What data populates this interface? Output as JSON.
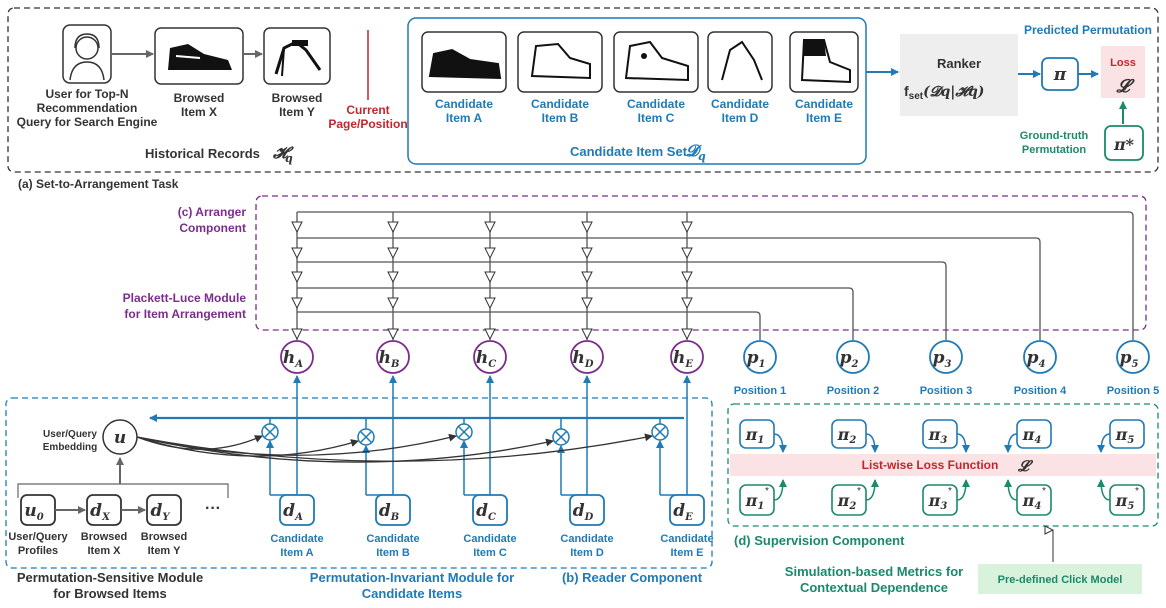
{
  "task": {
    "user_label": [
      "User for Top-N",
      "Recommendation",
      "Query for Search Engine"
    ],
    "browsed_x": [
      "Browsed",
      "Item X"
    ],
    "browsed_y": [
      "Browsed",
      "Item Y"
    ],
    "current": [
      "Current",
      "Page/Position"
    ],
    "historical": "Historical Records",
    "historical_sym": "𝓗",
    "sub_q": "q",
    "candidates": [
      [
        "Candidate",
        "Item A"
      ],
      [
        "Candidate",
        "Item B"
      ],
      [
        "Candidate",
        "Item C"
      ],
      [
        "Candidate",
        "Item D"
      ],
      [
        "Candidate",
        "Item E"
      ]
    ],
    "candidate_set": "Candidate Item Set",
    "candidate_sym": "𝓓",
    "ranker": "Ranker",
    "ranker_formula": "f",
    "ranker_sub": "set",
    "ranker_args": "(𝓓q|𝓗q)",
    "predicted": "Predicted Permutation",
    "pi": "π",
    "pi_star": "π*",
    "loss": "Loss",
    "loss_sym": "𝓛",
    "ground_truth": [
      "Ground-truth",
      "Permutation"
    ],
    "caption": "(a) Set-to-Arrangement Task"
  },
  "arranger": {
    "title": [
      "(c) Arranger",
      "Component"
    ],
    "pl_module": [
      "Plackett-Luce Module",
      "for Item Arrangement"
    ]
  },
  "h_nodes": [
    {
      "label": "h",
      "sub": "A"
    },
    {
      "label": "h",
      "sub": "B"
    },
    {
      "label": "h",
      "sub": "C"
    },
    {
      "label": "h",
      "sub": "D"
    },
    {
      "label": "h",
      "sub": "E"
    }
  ],
  "p_nodes": [
    {
      "label": "p",
      "sub": "1",
      "pos": "Position 1"
    },
    {
      "label": "p",
      "sub": "2",
      "pos": "Position 2"
    },
    {
      "label": "p",
      "sub": "3",
      "pos": "Position 3"
    },
    {
      "label": "p",
      "sub": "4",
      "pos": "Position 4"
    },
    {
      "label": "p",
      "sub": "5",
      "pos": "Position 5"
    }
  ],
  "reader": {
    "embedding": [
      "User/Query",
      "Embedding"
    ],
    "u": "u",
    "seq": [
      {
        "label": "u",
        "sub": "0",
        "cap": [
          "User/Query",
          "Profiles"
        ]
      },
      {
        "label": "d",
        "sub": "X",
        "cap": [
          "Browsed",
          "Item X"
        ]
      },
      {
        "label": "d",
        "sub": "Y",
        "cap": [
          "Browsed",
          "Item Y"
        ]
      }
    ],
    "ellipsis": "···",
    "d_nodes": [
      {
        "label": "d",
        "sub": "A",
        "cap": [
          "Candidate",
          "Item A"
        ]
      },
      {
        "label": "d",
        "sub": "B",
        "cap": [
          "Candidate",
          "Item B"
        ]
      },
      {
        "label": "d",
        "sub": "C",
        "cap": [
          "Candidate",
          "Item C"
        ]
      },
      {
        "label": "d",
        "sub": "D",
        "cap": [
          "Candidate",
          "Item D"
        ]
      },
      {
        "label": "d",
        "sub": "E",
        "cap": [
          "Candidate",
          "Item E"
        ]
      }
    ],
    "perm_sensitive": [
      "Permutation-Sensitive Module",
      "for Browsed Items"
    ],
    "perm_invariant": [
      "Permutation-Invariant Module for",
      "Candidate Items"
    ],
    "caption": "(b) Reader Component"
  },
  "supervision": {
    "pis": [
      "1",
      "2",
      "3",
      "4",
      "5"
    ],
    "pi": "π",
    "listwise": "List-wise Loss Function",
    "loss_sym": "𝓛",
    "caption": "(d) Supervision Component",
    "simulation": [
      "Simulation-based Metrics for",
      "Contextual Dependence"
    ],
    "click_model": "Pre-defined Click Model"
  },
  "colors": {
    "blue": "#1f7ab5",
    "purple": "#7b2d8b",
    "green": "#1a8a6b",
    "red": "#c0272d",
    "pink": "#fbe3e5",
    "gray": "#eeeeee",
    "lightgreen": "#d9f2dc"
  }
}
